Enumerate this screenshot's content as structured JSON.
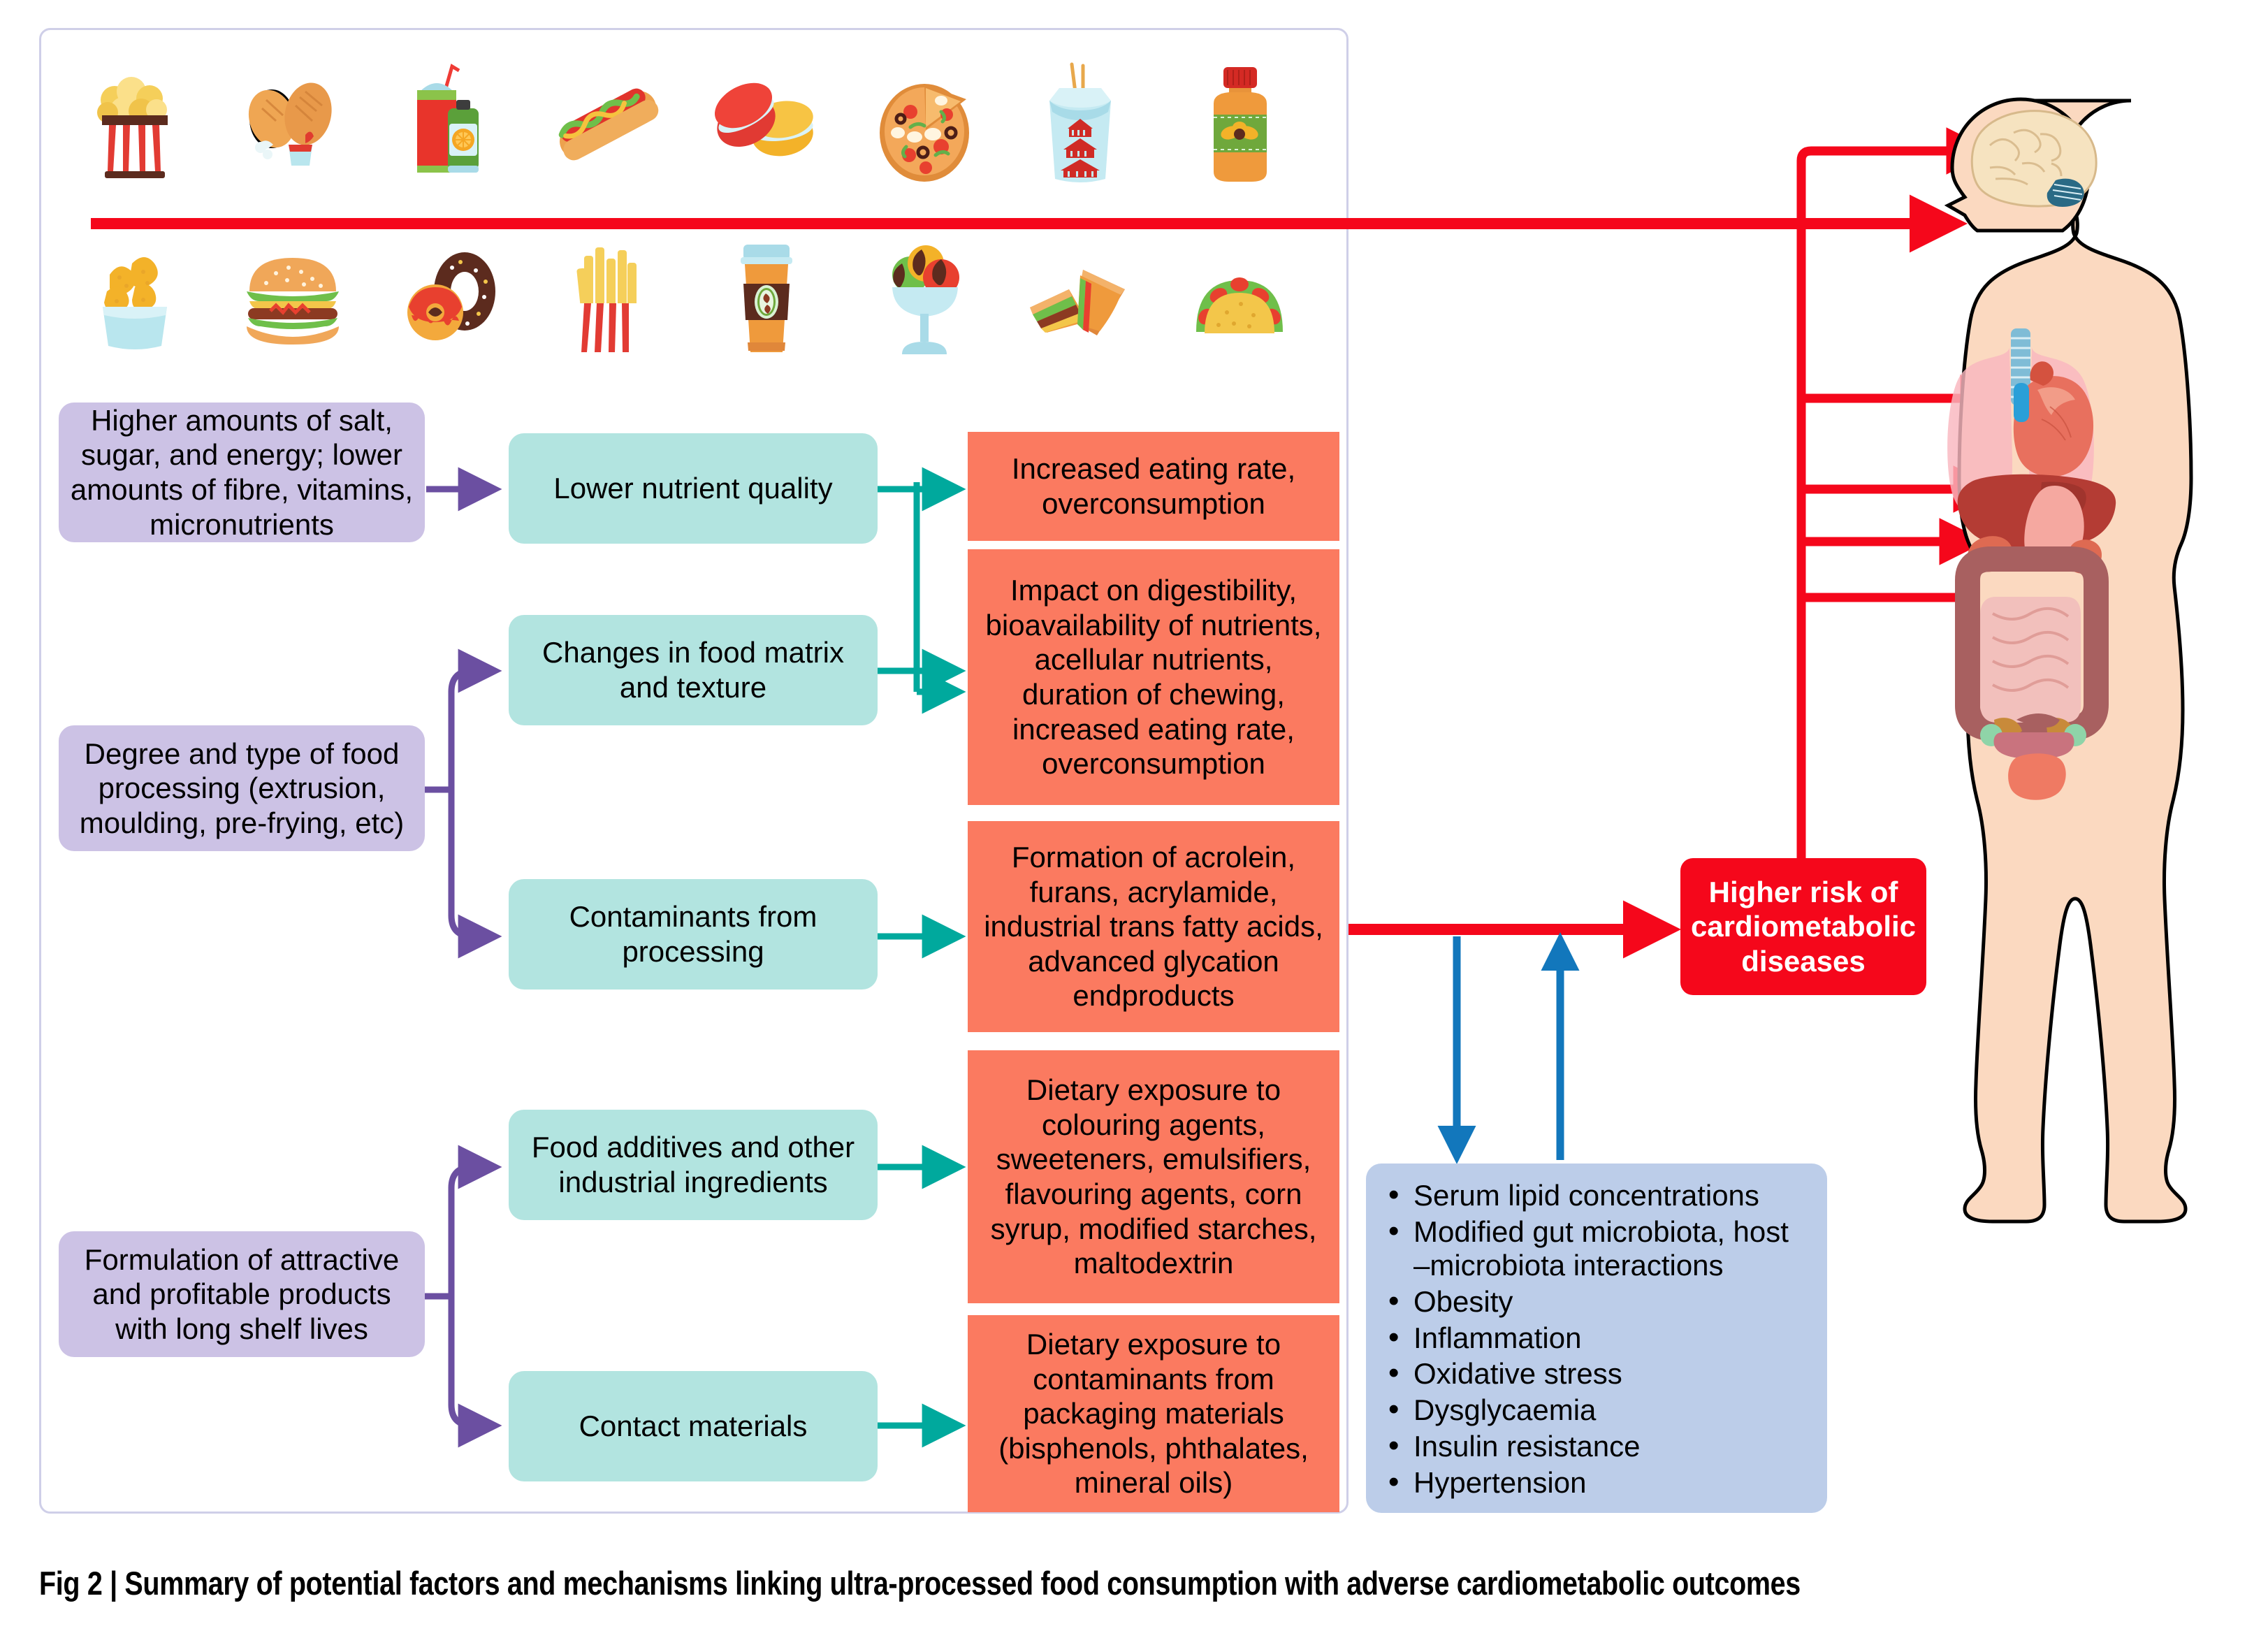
{
  "figure": {
    "caption": "Fig 2 | Summary of potential factors and mechanisms linking ultra-processed food consumption with adverse cardiometabolic outcomes"
  },
  "colors": {
    "purple_box": "#ccc2e5",
    "purple_line": "#6b4fa1",
    "teal_box": "#b2e4e0",
    "teal_line": "#00a99d",
    "orange_box": "#fb7a60",
    "blue_box": "#bccde9",
    "blue_line": "#1277bc",
    "red": "#f5071b",
    "frame": "#cfcfe8"
  },
  "food_icons": {
    "row1": [
      {
        "name": "popcorn-icon",
        "label": "Popcorn"
      },
      {
        "name": "fried-chicken-icon",
        "label": "Fried chicken"
      },
      {
        "name": "soda-cup-and-bottle-icon",
        "label": "Soft drink cup and bottle"
      },
      {
        "name": "hot-dog-icon",
        "label": "Hot dog"
      },
      {
        "name": "macarons-icon",
        "label": "Macarons"
      },
      {
        "name": "pizza-icon",
        "label": "Pizza"
      },
      {
        "name": "takeaway-noodle-box-icon",
        "label": "Takeaway noodle box"
      },
      {
        "name": "sauce-jar-icon",
        "label": "Sauce jar"
      }
    ],
    "row2": [
      {
        "name": "chicken-nuggets-icon",
        "label": "Chicken nuggets"
      },
      {
        "name": "hamburger-icon",
        "label": "Hamburger"
      },
      {
        "name": "doughnuts-icon",
        "label": "Doughnuts"
      },
      {
        "name": "french-fries-icon",
        "label": "French fries"
      },
      {
        "name": "coffee-cup-icon",
        "label": "Coffee cup"
      },
      {
        "name": "ice-cream-sundae-icon",
        "label": "Ice cream sundae"
      },
      {
        "name": "sandwich-icon",
        "label": "Sandwich"
      },
      {
        "name": "taco-icon",
        "label": "Taco"
      }
    ]
  },
  "drivers": [
    {
      "id": "nutrients",
      "text": "Higher amounts of salt, sugar, and energy; lower amounts of fibre, vitamins, micronutrients"
    },
    {
      "id": "processing",
      "text": "Degree and type of food processing (extrusion, moulding, pre-frying, etc)"
    },
    {
      "id": "formulation",
      "text": "Formulation of attractive and profitable products with long shelf lives"
    }
  ],
  "mechanisms": [
    {
      "id": "nutrient-quality",
      "text": "Lower nutrient quality"
    },
    {
      "id": "food-matrix",
      "text": "Changes in food matrix and texture"
    },
    {
      "id": "contaminants",
      "text": "Contaminants from processing"
    },
    {
      "id": "additives",
      "text": "Food additives and other industrial ingredients"
    },
    {
      "id": "contact-materials",
      "text": "Contact materials"
    }
  ],
  "effects": [
    {
      "id": "eating-rate",
      "text": "Increased eating rate, overconsumption"
    },
    {
      "id": "digestibility",
      "text": "Impact on digestibility, bioavailability of nutrients, acellular nutrients, duration of chewing, increased eating rate, overconsumption"
    },
    {
      "id": "acrolein",
      "text": "Formation of acrolein, furans, acrylamide, industrial trans fatty acids, advanced glycation endproducts"
    },
    {
      "id": "colouring-agents",
      "text": "Dietary exposure to colouring agents, sweeteners, emulsifiers, flavouring agents, corn syrup, modified starches, maltodextrin"
    },
    {
      "id": "packaging",
      "text": "Dietary exposure to contaminants from packaging materials (bisphenols, phthalates, mineral oils)"
    }
  ],
  "outcomes": {
    "items": [
      "Serum lipid concentrations",
      "Modified gut microbiota, host –microbiota interactions",
      "Obesity",
      "Inflammation",
      "Oxidative stress",
      "Dysglycaemia",
      "Insulin resistance",
      "Hypertension"
    ]
  },
  "risk": {
    "text": "Higher risk of cardiometabolic diseases"
  },
  "body_targets": [
    {
      "name": "brain-organ",
      "label": "Brain"
    },
    {
      "name": "mouth-organ",
      "label": "Mouth"
    },
    {
      "name": "heart-organ",
      "label": "Heart"
    },
    {
      "name": "liver-organ",
      "label": "Liver"
    },
    {
      "name": "stomach-organ",
      "label": "Stomach"
    },
    {
      "name": "intestines-organ",
      "label": "Intestines"
    }
  ]
}
